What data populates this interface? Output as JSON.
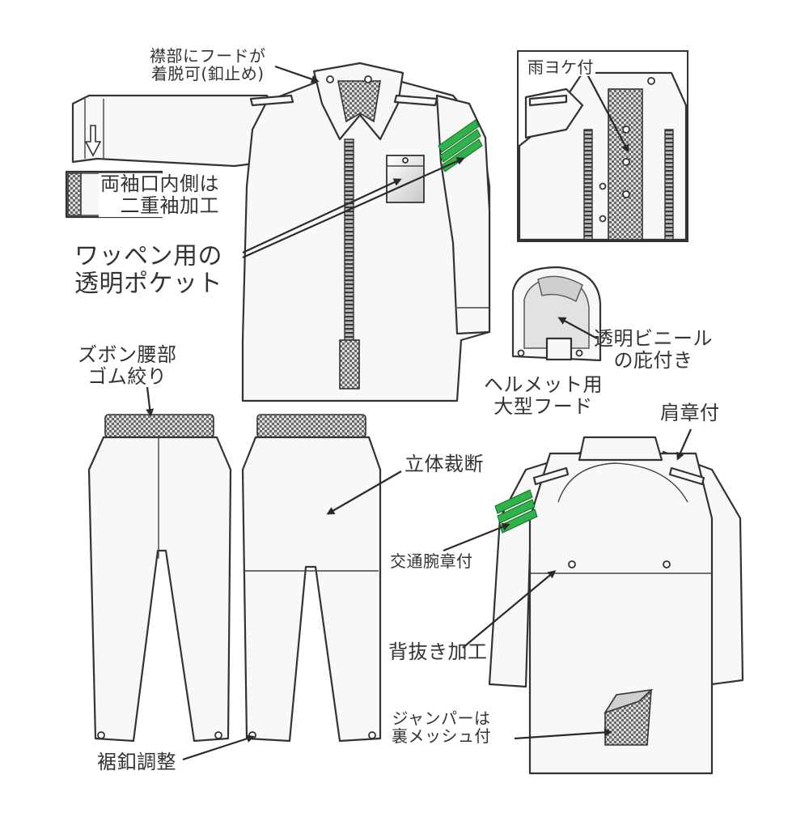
{
  "labels": {
    "hood_collar": [
      "襟部にフードが",
      "着脱可(釦止め)"
    ],
    "double_cuff": [
      "両袖口内側は",
      "二重袖加工"
    ],
    "pocket": [
      "ワッペン用の",
      "透明ポケット"
    ],
    "rain_guard": "雨ヨケ付",
    "visor": [
      "透明ビニール",
      "の庇付き"
    ],
    "helmet_hood": [
      "ヘルメット用",
      "大型フード"
    ],
    "shoulder_strap": "肩章付",
    "waist": [
      "ズボン腰部",
      "ゴム絞り"
    ],
    "3d_cut": "立体裁断",
    "armband": "交通腕章付",
    "back_vent": "背抜き加工",
    "mesh_lining": [
      "ジャンパーは",
      "裏メッシュ付"
    ],
    "hem_button": "裾釦調整"
  },
  "colors": {
    "outline": "#333333",
    "armband_green": "#2fb24a",
    "fabric": "#f8f8f8",
    "background": "#ffffff"
  },
  "icons": {
    "arrow": "arrow-leader",
    "button": "button-circle",
    "zipper": "zipper",
    "mesh": "mesh-pattern"
  }
}
